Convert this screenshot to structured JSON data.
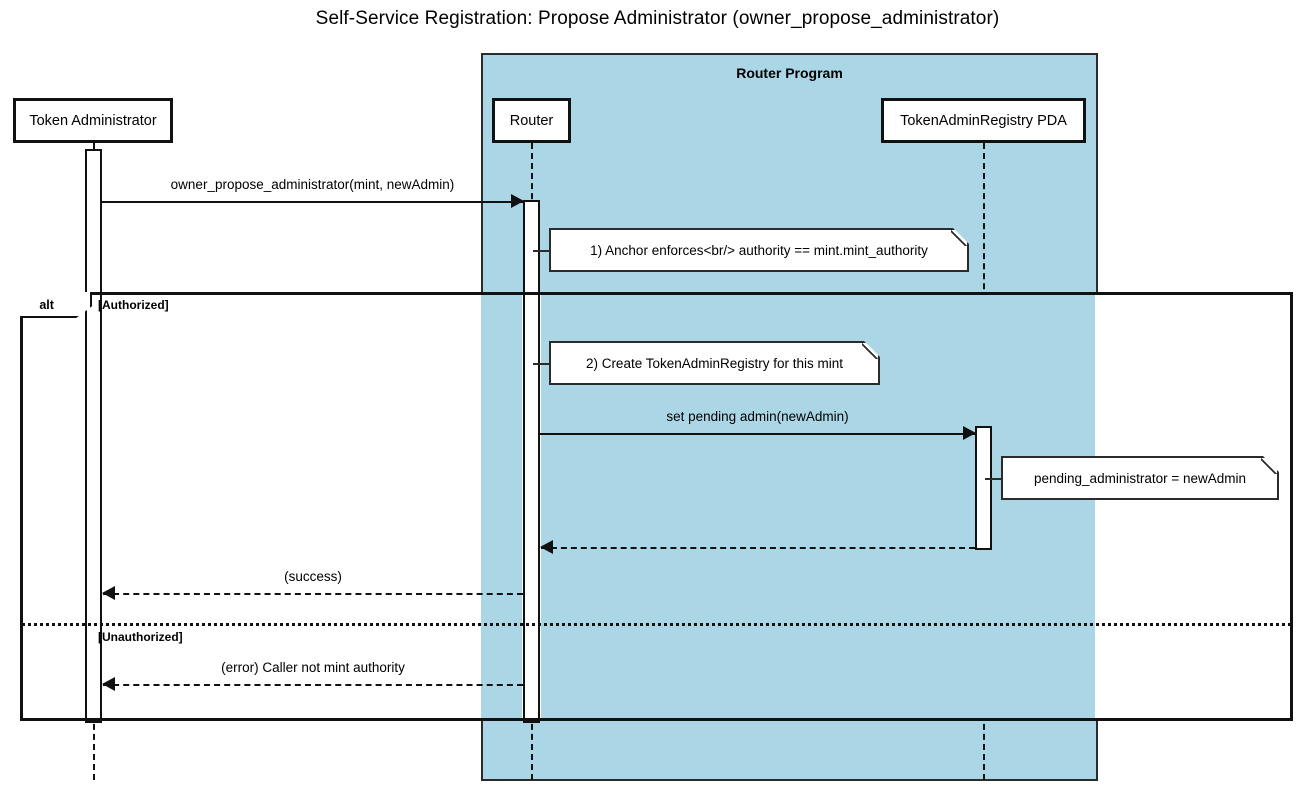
{
  "diagram": {
    "type": "sequence-diagram",
    "title": "Self-Service Registration: Propose Administrator (owner_propose_administrator)",
    "group": {
      "label": "Router Program",
      "fill": "#abd6e6"
    },
    "participants": [
      {
        "id": "admin",
        "label": "Token Administrator"
      },
      {
        "id": "router",
        "label": "Router"
      },
      {
        "id": "registry",
        "label": "TokenAdminRegistry PDA"
      }
    ],
    "fragment": {
      "operator": "alt",
      "conditions": [
        "[Authorized]",
        "[Unauthorized]"
      ]
    },
    "messages": [
      {
        "id": "m1",
        "label": "owner_propose_administrator(mint, newAdmin)",
        "from": "admin",
        "to": "router",
        "style": "solid",
        "direction": "right"
      },
      {
        "id": "m2",
        "label": "set pending admin(newAdmin)",
        "from": "router",
        "to": "registry",
        "style": "solid",
        "direction": "right"
      },
      {
        "id": "m3",
        "label": "",
        "from": "registry",
        "to": "router",
        "style": "dashed",
        "direction": "left"
      },
      {
        "id": "m4",
        "label": "(success)",
        "from": "router",
        "to": "admin",
        "style": "dashed",
        "direction": "left"
      },
      {
        "id": "m5",
        "label": "(error) Caller not mint authority",
        "from": "router",
        "to": "admin",
        "style": "dashed",
        "direction": "left"
      }
    ],
    "notes": [
      {
        "id": "n1",
        "text": "1) Anchor enforces<br/> authority == mint.mint_authority",
        "attached_to": "router"
      },
      {
        "id": "n2",
        "text": "2) Create TokenAdminRegistry for this mint",
        "attached_to": "router"
      },
      {
        "id": "n3",
        "text": "pending_administrator = newAdmin",
        "attached_to": "registry"
      }
    ]
  }
}
